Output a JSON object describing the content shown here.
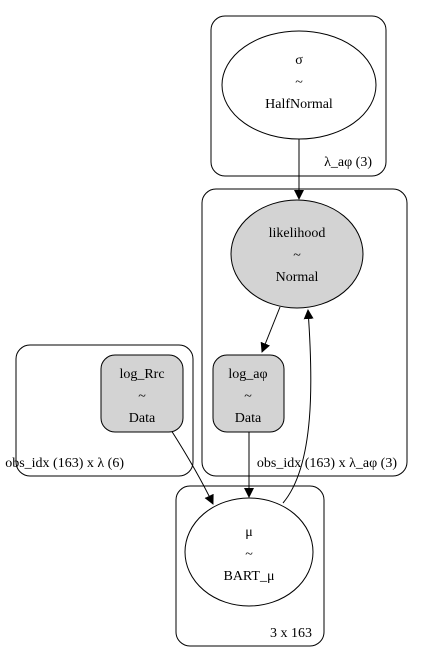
{
  "colors": {
    "stroke": "#000000",
    "observed_fill": "#d3d3d3",
    "free_fill": "#ffffff",
    "background": "#ffffff"
  },
  "plates": {
    "lambda_aphi_3": {
      "label": "λ_aφ (3)"
    },
    "obs_idx_lambda_aphi": {
      "label": "obs_idx (163) x λ_aφ (3)"
    },
    "obs_idx_lambda_6": {
      "label": "obs_idx (163) x λ (6)"
    },
    "dims_3x163": {
      "label": "3 x 163"
    }
  },
  "nodes": {
    "sigma": {
      "name": "σ",
      "tilde": "~",
      "dist": "HalfNormal",
      "kind": "free"
    },
    "likelihood": {
      "name": "likelihood",
      "tilde": "~",
      "dist": "Normal",
      "kind": "observed"
    },
    "log_aphi": {
      "name": "log_aφ",
      "tilde": "~",
      "dist": "Data",
      "kind": "data"
    },
    "log_rrc": {
      "name": "log_Rrc",
      "tilde": "~",
      "dist": "Data",
      "kind": "data"
    },
    "mu": {
      "name": "μ",
      "tilde": "~",
      "dist": "BART_μ",
      "kind": "free"
    }
  },
  "edges": [
    {
      "from": "sigma",
      "to": "likelihood"
    },
    {
      "from": "likelihood",
      "to": "log_aphi"
    },
    {
      "from": "log_aphi",
      "to": "mu"
    },
    {
      "from": "log_rrc",
      "to": "mu"
    },
    {
      "from": "mu",
      "to": "likelihood"
    }
  ]
}
